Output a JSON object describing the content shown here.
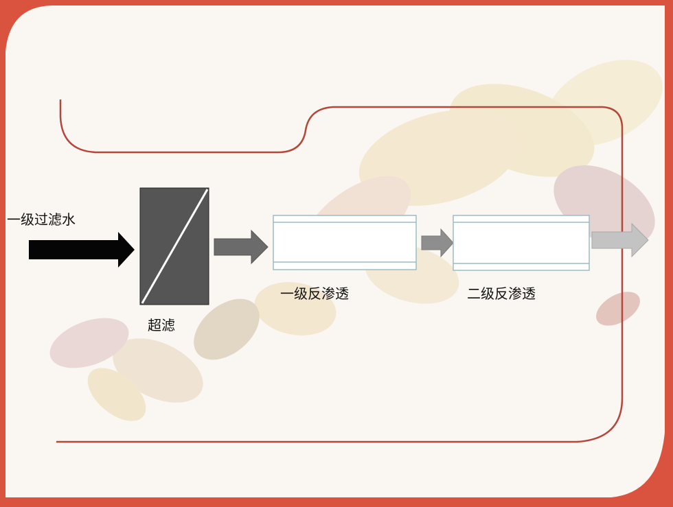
{
  "diagram": {
    "input_label": "一级过滤水",
    "stage1_label": "超滤",
    "stage2_label": "一级反渗透",
    "stage3_label": "二级反渗透"
  },
  "colors": {
    "frame": "#d9533f",
    "panel": "#faf6f1",
    "line": "#b5473a",
    "black_arrow": "#050505",
    "dark_arrow": "#6b6b6b",
    "mid_arrow": "#8e8e8e",
    "light_arrow": "#c3c3c3",
    "filter_fill": "#555555",
    "membrane_border": "#9cbcc4"
  }
}
